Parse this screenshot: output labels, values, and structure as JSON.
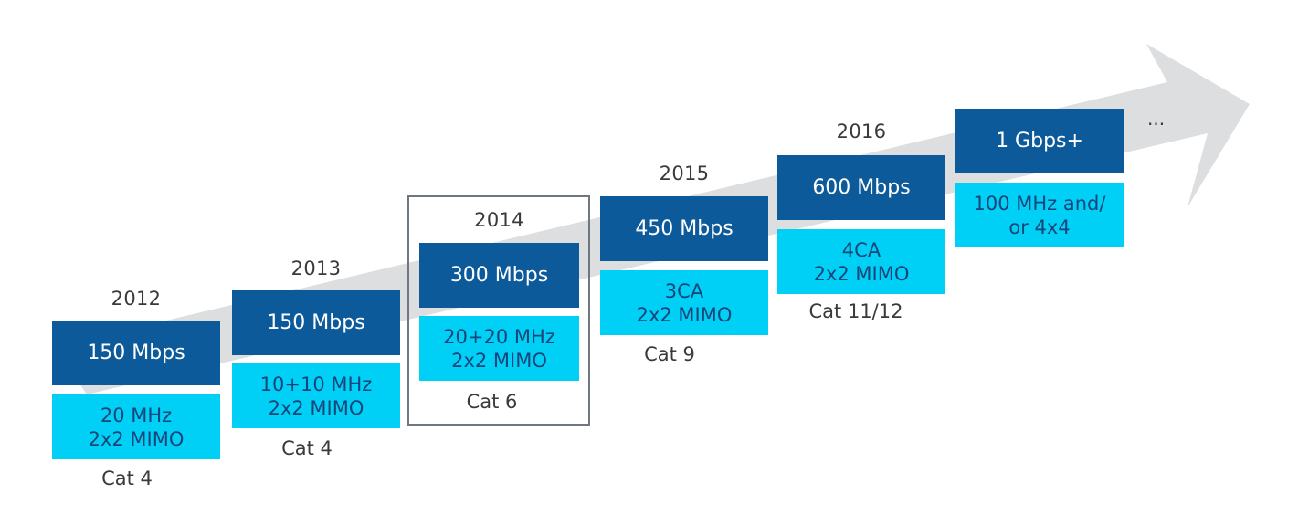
{
  "stages": [
    {
      "year": "2012",
      "speed": "150 Mbps",
      "tech_line1": "20 MHz",
      "tech_line2": "2x2 MIMO",
      "category": "Cat 4"
    },
    {
      "year": "2013",
      "speed": "150 Mbps",
      "tech_line1": "10+10 MHz",
      "tech_line2": "2x2 MIMO",
      "category": "Cat 4"
    },
    {
      "year": "2014",
      "speed": "300 Mbps",
      "tech_line1": "20+20 MHz",
      "tech_line2": "2x2 MIMO",
      "category": "Cat 6"
    },
    {
      "year": "2015",
      "speed": "450 Mbps",
      "tech_line1": "3CA",
      "tech_line2": "2x2 MIMO",
      "category": "Cat 9"
    },
    {
      "year": "2016",
      "speed": "600 Mbps",
      "tech_line1": "4CA",
      "tech_line2": "2x2 MIMO",
      "category": "Cat 11/12"
    },
    {
      "year": "",
      "speed": "1 Gbps+",
      "tech_line1": "100 MHz and/",
      "tech_line2": "or 4x4",
      "category": ""
    }
  ],
  "continuation": "...",
  "highlighted_stage_year": "2014",
  "colors": {
    "speed_box": "#0d5a9b",
    "tech_box": "#00cff6",
    "arrow": "#dcdee0",
    "frame": "#6e7780"
  }
}
